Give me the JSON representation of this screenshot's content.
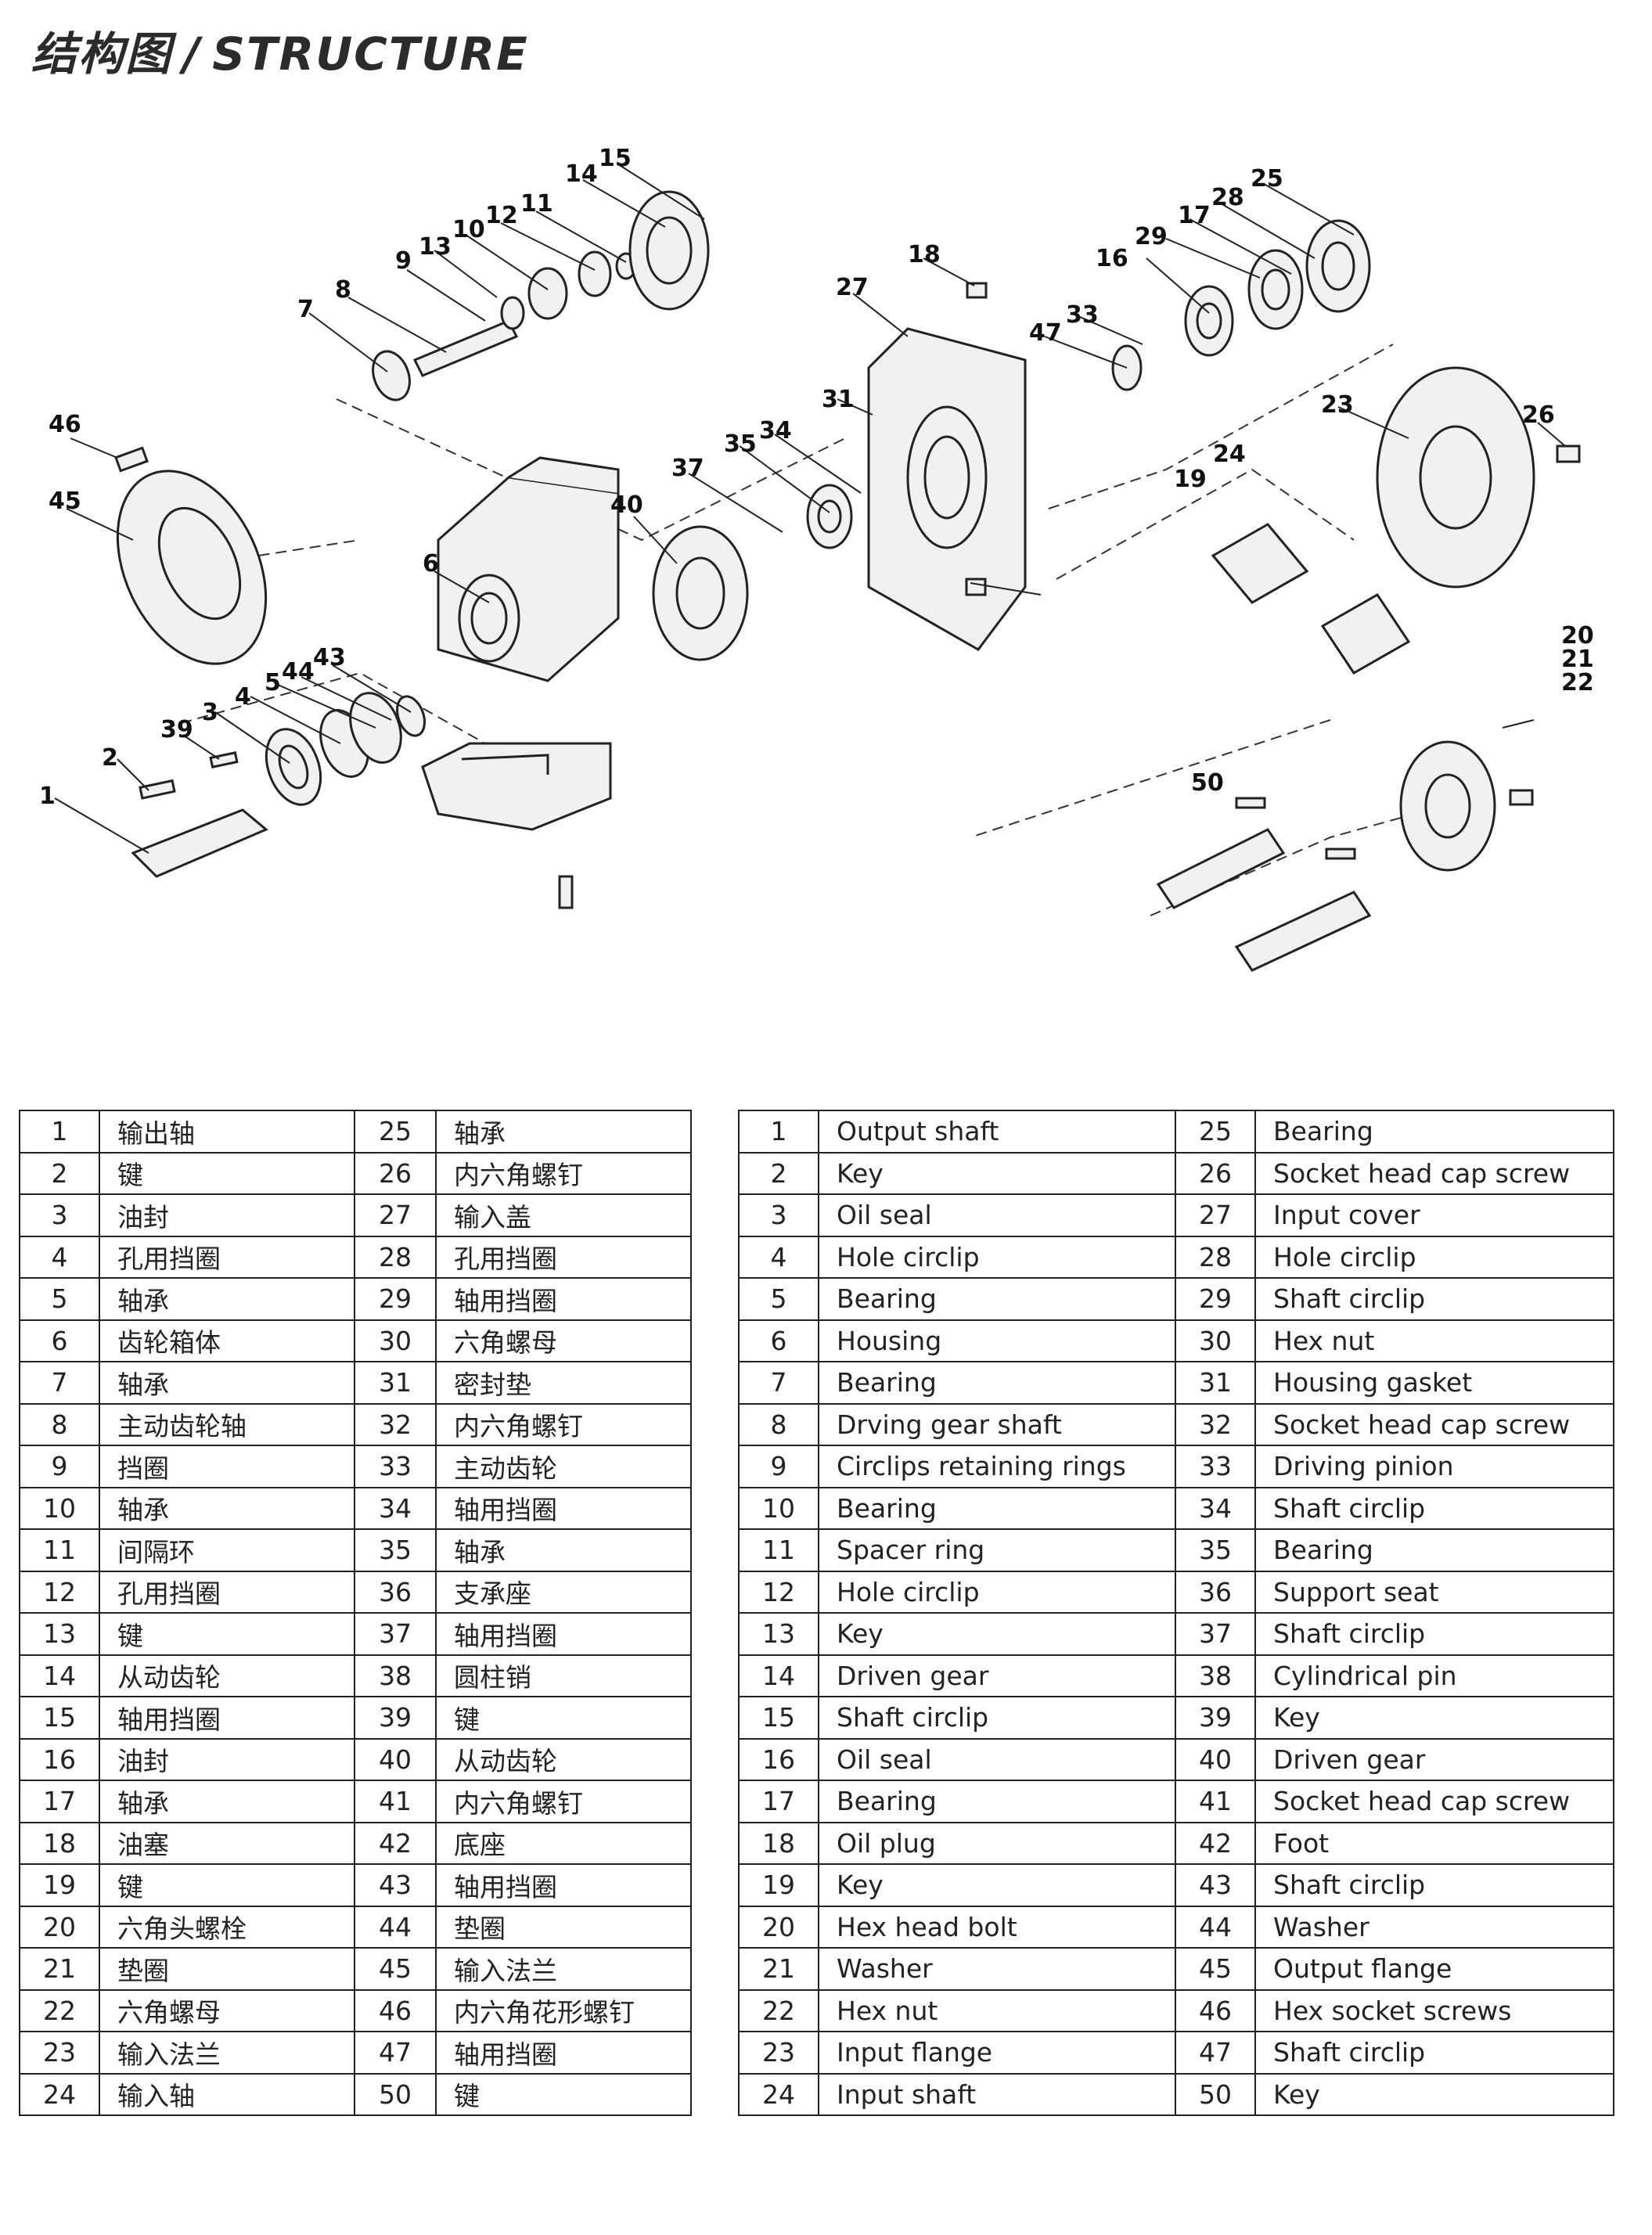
{
  "heading": {
    "cn": "结构图",
    "sep": "/",
    "en": "STRUCTURE"
  },
  "callouts": [
    "1",
    "2",
    "3",
    "4",
    "5",
    "39",
    "44",
    "43",
    "45",
    "46",
    "6",
    "7",
    "8",
    "9",
    "13",
    "10",
    "12",
    "11",
    "14",
    "15",
    "40",
    "37",
    "35",
    "34",
    "18",
    "27",
    "31",
    "47",
    "33",
    "16",
    "29",
    "17",
    "28",
    "25",
    "23",
    "26",
    "24",
    "19",
    "20",
    "21",
    "22",
    "50"
  ],
  "parts_cn": [
    [
      "1",
      "输出轴",
      "25",
      "轴承"
    ],
    [
      "2",
      "键",
      "26",
      "内六角螺钉"
    ],
    [
      "3",
      "油封",
      "27",
      "输入盖"
    ],
    [
      "4",
      "孔用挡圈",
      "28",
      "孔用挡圈"
    ],
    [
      "5",
      "轴承",
      "29",
      "轴用挡圈"
    ],
    [
      "6",
      "齿轮箱体",
      "30",
      "六角螺母"
    ],
    [
      "7",
      "轴承",
      "31",
      "密封垫"
    ],
    [
      "8",
      "主动齿轮轴",
      "32",
      "内六角螺钉"
    ],
    [
      "9",
      "挡圈",
      "33",
      "主动齿轮"
    ],
    [
      "10",
      "轴承",
      "34",
      "轴用挡圈"
    ],
    [
      "11",
      "间隔环",
      "35",
      "轴承"
    ],
    [
      "12",
      "孔用挡圈",
      "36",
      "支承座"
    ],
    [
      "13",
      "键",
      "37",
      "轴用挡圈"
    ],
    [
      "14",
      "从动齿轮",
      "38",
      "圆柱销"
    ],
    [
      "15",
      "轴用挡圈",
      "39",
      "键"
    ],
    [
      "16",
      "油封",
      "40",
      "从动齿轮"
    ],
    [
      "17",
      "轴承",
      "41",
      "内六角螺钉"
    ],
    [
      "18",
      "油塞",
      "42",
      "底座"
    ],
    [
      "19",
      "键",
      "43",
      "轴用挡圈"
    ],
    [
      "20",
      "六角头螺栓",
      "44",
      "垫圈"
    ],
    [
      "21",
      "垫圈",
      "45",
      "输入法兰"
    ],
    [
      "22",
      "六角螺母",
      "46",
      "内六角花形螺钉"
    ],
    [
      "23",
      "输入法兰",
      "47",
      "轴用挡圈"
    ],
    [
      "24",
      "输入轴",
      "50",
      "键"
    ]
  ],
  "parts_en": [
    [
      "1",
      "Output shaft",
      "25",
      "Bearing"
    ],
    [
      "2",
      "Key",
      "26",
      "Socket head cap screw"
    ],
    [
      "3",
      "Oil seal",
      "27",
      "Input cover"
    ],
    [
      "4",
      "Hole circlip",
      "28",
      "Hole circlip"
    ],
    [
      "5",
      "Bearing",
      "29",
      "Shaft circlip"
    ],
    [
      "6",
      "Housing",
      "30",
      "Hex nut"
    ],
    [
      "7",
      "Bearing",
      "31",
      "Housing gasket"
    ],
    [
      "8",
      "Drving gear shaft",
      "32",
      "Socket head cap screw"
    ],
    [
      "9",
      "Circlips retaining rings",
      "33",
      "Driving pinion"
    ],
    [
      "10",
      "Bearing",
      "34",
      "Shaft circlip"
    ],
    [
      "11",
      "Spacer ring",
      "35",
      "Bearing"
    ],
    [
      "12",
      "Hole circlip",
      "36",
      "Support seat"
    ],
    [
      "13",
      "Key",
      "37",
      "Shaft circlip"
    ],
    [
      "14",
      "Driven gear",
      "38",
      "Cylindrical pin"
    ],
    [
      "15",
      "Shaft circlip",
      "39",
      "Key"
    ],
    [
      "16",
      "Oil seal",
      "40",
      "Driven gear"
    ],
    [
      "17",
      "Bearing",
      "41",
      "Socket head cap screw"
    ],
    [
      "18",
      "Oil plug",
      "42",
      "Foot"
    ],
    [
      "19",
      "Key",
      "43",
      "Shaft circlip"
    ],
    [
      "20",
      "Hex head bolt",
      "44",
      "Washer"
    ],
    [
      "21",
      "Washer",
      "45",
      "Output flange"
    ],
    [
      "22",
      "Hex nut",
      "46",
      "Hex socket screws"
    ],
    [
      "23",
      "Input flange",
      "47",
      "Shaft circlip"
    ],
    [
      "24",
      "Input shaft",
      "50",
      "Key"
    ]
  ]
}
